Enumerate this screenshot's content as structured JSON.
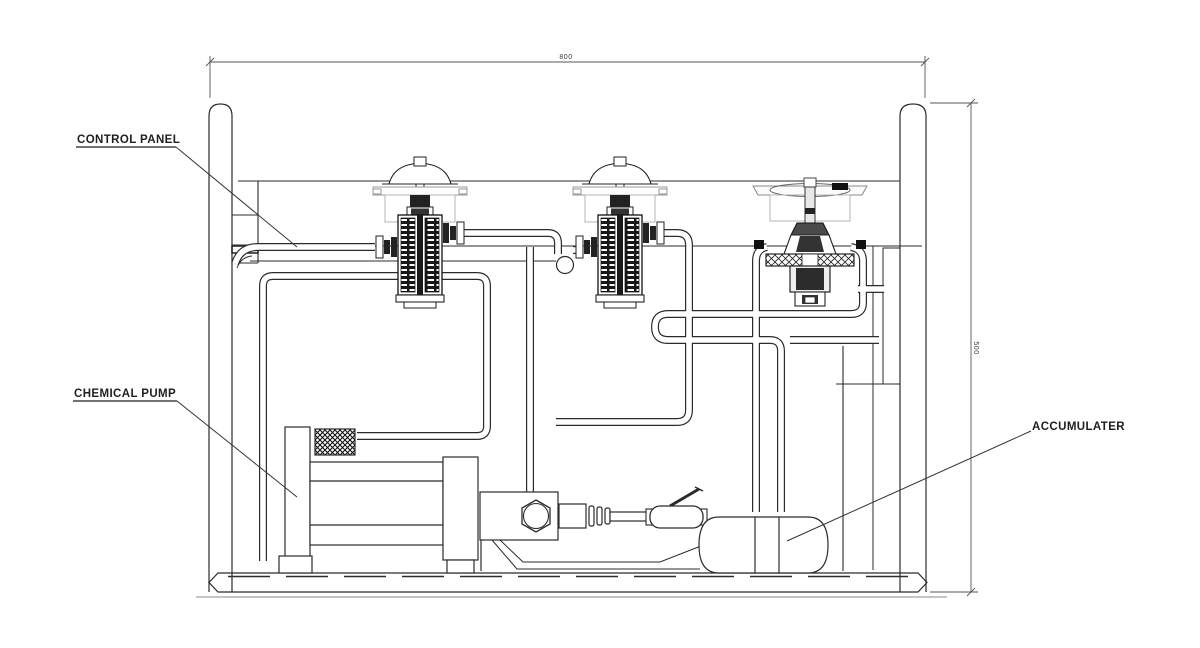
{
  "labels": {
    "control_panel": "CONTROL PANEL",
    "chemical_pump": "CHEMICAL PUMP",
    "accumulator": "ACCUMULATER"
  },
  "dimensions": {
    "overall_width": "800",
    "overall_height": "500"
  },
  "colors": {
    "line": "#2b2b2b",
    "dark_fill": "#1c1c1c",
    "light_line": "#9b9b9b",
    "dimension_line": "#555555",
    "background": "#ffffff"
  }
}
